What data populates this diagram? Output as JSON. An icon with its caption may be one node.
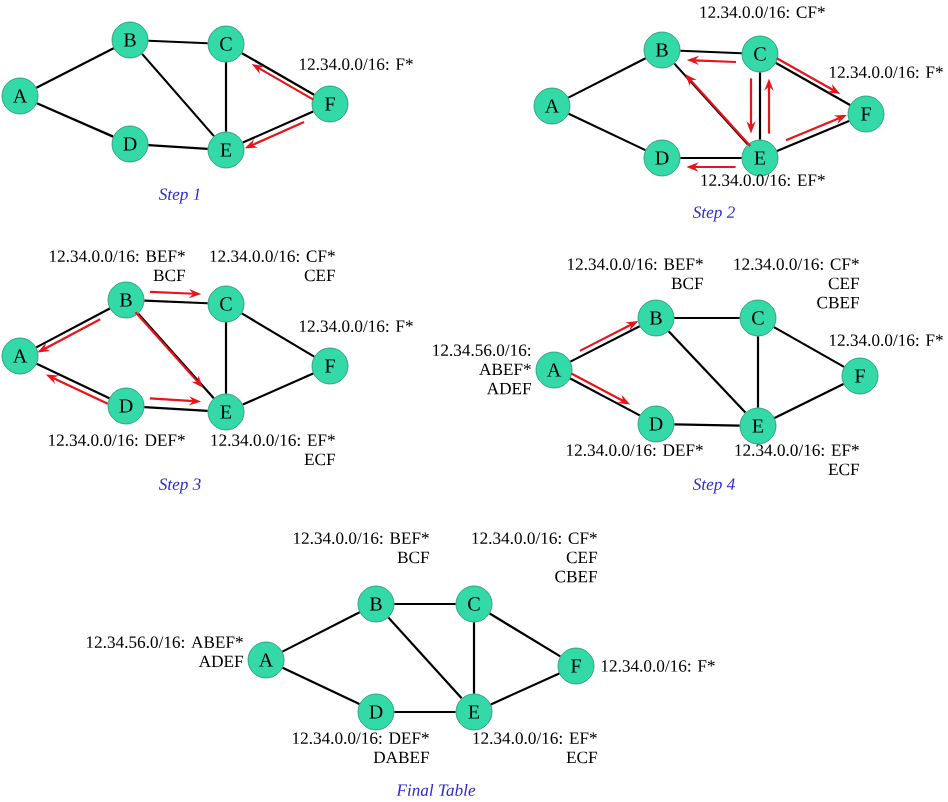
{
  "diagram": {
    "nodes": [
      {
        "text": [
          "A"
        ]
      },
      {
        "text": [
          "B"
        ]
      },
      {
        "text": [
          "C"
        ]
      },
      {
        "text": [
          "D"
        ]
      },
      {
        "text": [
          "E"
        ]
      },
      {
        "text": [
          "F"
        ],
        "beside": [
          "12.34.0.0/16: F*"
        ]
      },
      {
        "text": [
          "A"
        ]
      },
      {
        "text": [
          "B"
        ]
      },
      {
        "text": [
          "C"
        ],
        "beside": [
          "12.34.0.0/16: CF*"
        ]
      },
      {
        "text": [
          "D"
        ]
      },
      {
        "text": [
          "E"
        ],
        "beside": [
          "12.34.0.0/16: EF*"
        ]
      },
      {
        "text": [
          "F"
        ],
        "beside": [
          "12.34.0.0/16: F*"
        ]
      },
      {
        "text": [
          "A"
        ]
      },
      {
        "text": [
          "B"
        ],
        "beside": [
          "12.34.0.0/16: BEF*",
          "BCF"
        ]
      },
      {
        "text": [
          "C"
        ],
        "beside": [
          "12.34.0.0/16: CF*",
          "CEF"
        ]
      },
      {
        "text": [
          "D"
        ],
        "beside": [
          "12.34.0.0/16: DEF*"
        ]
      },
      {
        "text": [
          "E"
        ],
        "beside": [
          "12.34.0.0/16: EF*",
          "ECF"
        ]
      },
      {
        "text": [
          "F"
        ],
        "beside": [
          "12.34.0.0/16: F*"
        ]
      },
      {
        "text": [
          "A"
        ],
        "beside": [
          "12.34.56.0/16: ABEF*",
          "ADEF"
        ]
      },
      {
        "text": [
          "B"
        ],
        "beside": [
          "12.34.0.0/16: BEF*",
          "BCF"
        ]
      },
      {
        "text": [
          "C"
        ],
        "beside": [
          "12.34.0.0/16: CF*",
          "CEF",
          "CBEF"
        ]
      },
      {
        "text": [
          "D"
        ],
        "beside": [
          "12.34.0.0/16: DEF*"
        ]
      },
      {
        "text": [
          "E"
        ],
        "beside": [
          "12.34.0.0/16: EF*",
          "ECF"
        ]
      },
      {
        "text": [
          "F"
        ],
        "beside": [
          "12.34.0.0/16: F*"
        ]
      },
      {
        "text": [
          "A"
        ],
        "beside": [
          "12.34.56.0/16: ABEF*",
          "ADEF"
        ]
      },
      {
        "text": [
          "B"
        ],
        "beside": [
          "12.34.0.0/16: BEF*",
          "BCF"
        ]
      },
      {
        "text": [
          "C"
        ],
        "beside": [
          "12.34.0.0/16: CF*",
          "CEF",
          "CBEF"
        ]
      },
      {
        "text": [
          "D"
        ],
        "beside": [
          "12.34.0.0/16: DEF*",
          "DABEF"
        ]
      },
      {
        "text": [
          "E"
        ],
        "beside": [
          "12.34.0.0/16: EF*",
          "ECF"
        ]
      },
      {
        "text": [
          "F"
        ],
        "beside": [
          "12.34.0.0/16: F*"
        ]
      }
    ],
    "edges": [
      {
        "from": 0,
        "to": 1,
        "arrow": "none"
      },
      {
        "from": 0,
        "to": 3,
        "arrow": "none"
      },
      {
        "from": 1,
        "to": 2,
        "arrow": "none"
      },
      {
        "from": 1,
        "to": 4,
        "arrow": "none"
      },
      {
        "from": 2,
        "to": 4,
        "arrow": "none"
      },
      {
        "from": 2,
        "to": 5,
        "arrow": "none"
      },
      {
        "from": 3,
        "to": 4,
        "arrow": "none"
      },
      {
        "from": 4,
        "to": 5,
        "arrow": "none"
      },
      {
        "from": 5,
        "to": 2,
        "arrow": "to",
        "color": "#e8141b"
      },
      {
        "from": 5,
        "to": 4,
        "arrow": "to",
        "color": "#e8141b"
      },
      {
        "from": 6,
        "to": 7,
        "arrow": "none"
      },
      {
        "from": 6,
        "to": 9,
        "arrow": "none"
      },
      {
        "from": 7,
        "to": 8,
        "arrow": "none"
      },
      {
        "from": 7,
        "to": 10,
        "arrow": "none"
      },
      {
        "from": 8,
        "to": 10,
        "arrow": "none"
      },
      {
        "from": 8,
        "to": 11,
        "arrow": "none"
      },
      {
        "from": 9,
        "to": 10,
        "arrow": "none"
      },
      {
        "from": 10,
        "to": 11,
        "arrow": "none"
      },
      {
        "from": 8,
        "to": 7,
        "arrow": "to",
        "color": "#e8141b"
      },
      {
        "from": 8,
        "to": 10,
        "arrow": "to",
        "color": "#e8141b"
      },
      {
        "from": 8,
        "to": 11,
        "arrow": "to",
        "color": "#e8141b"
      },
      {
        "from": 10,
        "to": 7,
        "arrow": "to",
        "color": "#e8141b"
      },
      {
        "from": 10,
        "to": 9,
        "arrow": "to",
        "color": "#e8141b"
      },
      {
        "from": 10,
        "to": 8,
        "arrow": "to",
        "color": "#e8141b"
      },
      {
        "from": 10,
        "to": 11,
        "arrow": "to",
        "color": "#e8141b"
      },
      {
        "from": 12,
        "to": 13,
        "arrow": "none"
      },
      {
        "from": 12,
        "to": 15,
        "arrow": "none"
      },
      {
        "from": 13,
        "to": 14,
        "arrow": "none"
      },
      {
        "from": 13,
        "to": 16,
        "arrow": "none"
      },
      {
        "from": 14,
        "to": 16,
        "arrow": "none"
      },
      {
        "from": 14,
        "to": 17,
        "arrow": "none"
      },
      {
        "from": 15,
        "to": 16,
        "arrow": "none"
      },
      {
        "from": 16,
        "to": 17,
        "arrow": "none"
      },
      {
        "from": 13,
        "to": 14,
        "arrow": "to",
        "color": "#e8141b"
      },
      {
        "from": 13,
        "to": 12,
        "arrow": "to",
        "color": "#e8141b"
      },
      {
        "from": 13,
        "to": 16,
        "arrow": "to",
        "color": "#e8141b"
      },
      {
        "from": 15,
        "to": 12,
        "arrow": "to",
        "color": "#e8141b"
      },
      {
        "from": 15,
        "to": 16,
        "arrow": "to",
        "color": "#e8141b"
      },
      {
        "from": 18,
        "to": 19,
        "arrow": "none"
      },
      {
        "from": 18,
        "to": 21,
        "arrow": "none"
      },
      {
        "from": 19,
        "to": 20,
        "arrow": "none"
      },
      {
        "from": 19,
        "to": 22,
        "arrow": "none"
      },
      {
        "from": 20,
        "to": 22,
        "arrow": "none"
      },
      {
        "from": 20,
        "to": 23,
        "arrow": "none"
      },
      {
        "from": 21,
        "to": 22,
        "arrow": "none"
      },
      {
        "from": 22,
        "to": 23,
        "arrow": "none"
      },
      {
        "from": 18,
        "to": 19,
        "arrow": "to",
        "color": "#e8141b"
      },
      {
        "from": 18,
        "to": 21,
        "arrow": "to",
        "color": "#e8141b"
      },
      {
        "from": 24,
        "to": 25,
        "arrow": "none"
      },
      {
        "from": 24,
        "to": 27,
        "arrow": "none"
      },
      {
        "from": 25,
        "to": 26,
        "arrow": "none"
      },
      {
        "from": 25,
        "to": 28,
        "arrow": "none"
      },
      {
        "from": 26,
        "to": 28,
        "arrow": "none"
      },
      {
        "from": 26,
        "to": 29,
        "arrow": "none"
      },
      {
        "from": 27,
        "to": 28,
        "arrow": "none"
      },
      {
        "from": 28,
        "to": 29,
        "arrow": "none"
      }
    ],
    "labels": [
      "Step 1",
      "Step 2",
      "Step 3",
      "Step 4",
      "Final Table"
    ]
  }
}
